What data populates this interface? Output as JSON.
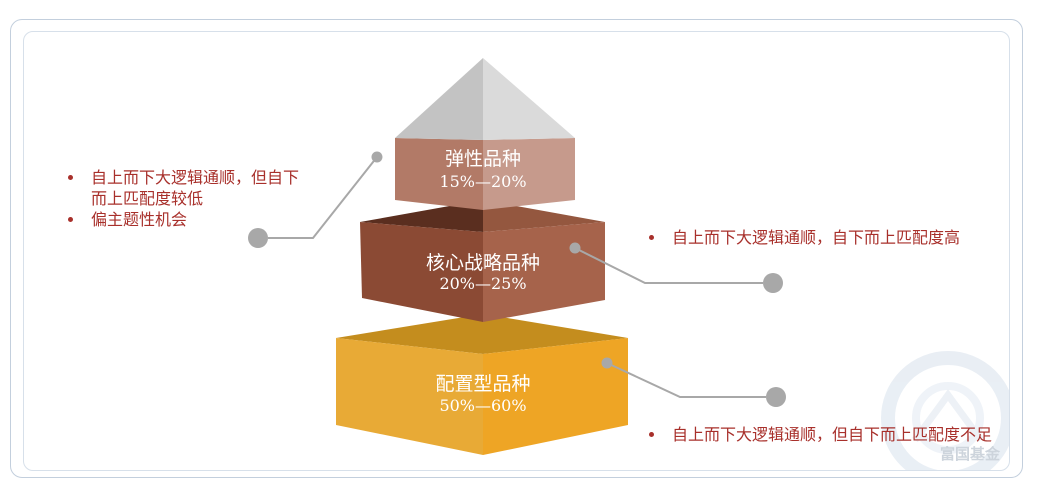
{
  "diagram": {
    "tiers": [
      {
        "name": "弹性品种",
        "range": "15%—20%"
      },
      {
        "name": "核心战略品种",
        "range": "20%—25%"
      },
      {
        "name": "配置型品种",
        "range": "50%—60%"
      }
    ],
    "callouts": [
      {
        "bullets": [
          "自上而下大逻辑通顺，但自下而上匹配度较低",
          "偏主题性机会"
        ]
      },
      {
        "bullets": [
          "自上而下大逻辑通顺，自下而上匹配度高"
        ]
      },
      {
        "bullets": [
          "自上而下大逻辑通顺，但自下而上匹配度不足"
        ]
      }
    ]
  },
  "watermark": {
    "text": "富国基金"
  },
  "colors": {
    "cap_left": "#c3c3c3",
    "cap_right": "#dadada",
    "tier1_left": "#b27a67",
    "tier1_right": "#c69a8c",
    "tier2_top_left": "#5a2e1f",
    "tier2_top_right": "#94573f",
    "tier2_left": "#8b4a34",
    "tier2_right": "#a6634b",
    "tier3_top": "#c48d1e",
    "tier3_left": "#e8aa36",
    "tier3_right": "#eea525",
    "connector": "#a8a8a8",
    "text_red": "#a8302b"
  }
}
